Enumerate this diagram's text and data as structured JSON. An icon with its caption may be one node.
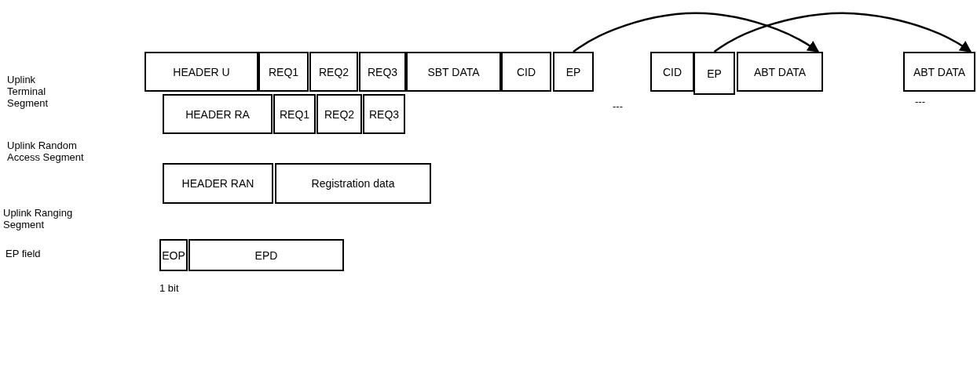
{
  "diagram": {
    "nodes": [
      {
        "text": [
          "HEADER U"
        ]
      },
      {
        "text": [
          "REQ1"
        ]
      },
      {
        "text": [
          "REQ2"
        ]
      },
      {
        "text": [
          "REQ3"
        ]
      },
      {
        "text": [
          "SBT DATA"
        ]
      },
      {
        "text": [
          "CID"
        ]
      },
      {
        "text": [
          "EP"
        ]
      },
      {
        "text": [
          "CID"
        ]
      },
      {
        "text": [
          "EP"
        ]
      },
      {
        "text": [
          "ABT DATA"
        ]
      },
      {
        "text": [
          "ABT DATA"
        ]
      },
      {
        "text": [
          "HEADER RA"
        ]
      },
      {
        "text": [
          "REQ1"
        ]
      },
      {
        "text": [
          "REQ2"
        ]
      },
      {
        "text": [
          "REQ3"
        ]
      },
      {
        "text": [
          "HEADER RAN"
        ]
      },
      {
        "text": [
          "Registration data"
        ]
      },
      {
        "text": [
          "EOP"
        ]
      },
      {
        "text": [
          "EPD"
        ]
      }
    ],
    "edges": [
      {
        "from": 6,
        "to": 9,
        "arrow": "to"
      },
      {
        "from": 8,
        "to": 10,
        "arrow": "to"
      }
    ],
    "labels": [
      "Uplink Terminal Segment",
      "---",
      "---",
      "Uplink Random Access Segment",
      "Uplink Ranging Segment",
      "EP field",
      "1 bit"
    ]
  }
}
